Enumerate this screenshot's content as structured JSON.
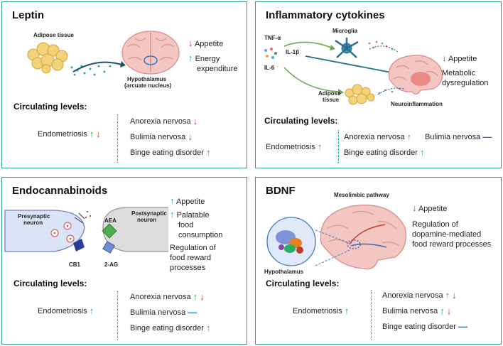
{
  "symbols": {
    "up": "↑",
    "down": "↓",
    "flat": "—"
  },
  "colors": {
    "panel_border": "#2a9d8f",
    "increase": "#2fa84f",
    "decrease": "#d33a2c",
    "unchanged": "#2b6cc4"
  },
  "leptin": {
    "title": "Leptin",
    "adipose_label": "Adipose tissue",
    "hypothalamus_label": "Hypothalamus",
    "hypothalamus_sub": "(arcuate nucleus)",
    "effects": [
      "Appetite",
      "Energy",
      "expenditure"
    ],
    "circulating_label": "Circulating levels:",
    "endometriosis": "Endometriosis",
    "rows": [
      "Anorexia nervosa",
      "Bulimia nervosa",
      "Binge eating disorder"
    ]
  },
  "cytokines": {
    "title": "Inflammatory cytokines",
    "tnf": "TNF-α",
    "il1b": "IL-1β",
    "il6": "IL-6",
    "microglia": "Microglia",
    "adipose_label": "Adipose",
    "adipose_label2": "tissue",
    "neuro": "Neuroinflammation",
    "effects": [
      "Appetite",
      "Metabolic",
      "dysregulation"
    ],
    "circulating_label": "Circulating levels:",
    "endometriosis": "Endometriosis",
    "rows": [
      "Anorexia nervosa",
      "Bulimia nervosa",
      "Binge eating disorder"
    ]
  },
  "endocannabinoids": {
    "title": "Endocannabinoids",
    "pre": "Presynaptic",
    "pre2": "neuron",
    "post": "Postsynaptic",
    "post2": "neuron",
    "aea": "AEA",
    "ag": "2-AG",
    "cb1": "CB1",
    "effects": [
      "Appetite",
      "Palatable",
      "food",
      "consumption",
      "Regulation of",
      "food reward",
      "processes"
    ],
    "circulating_label": "Circulating levels:",
    "endometriosis": "Endometriosis",
    "rows": [
      "Anorexia nervosa",
      "Bulimia nervosa",
      "Binge eating disorder"
    ]
  },
  "bdnf": {
    "title": "BDNF",
    "pathway": "Mesolimbic pathway",
    "hypothalamus": "Hypothalamus",
    "effects": [
      "Appetite",
      "Regulation of",
      "dopamine-mediated",
      "food reward processes"
    ],
    "circulating_label": "Circulating levels:",
    "endometriosis": "Endometriosis",
    "rows": [
      "Anorexia nervosa",
      "Bulimia nervosa",
      "Binge eating disorder"
    ]
  }
}
